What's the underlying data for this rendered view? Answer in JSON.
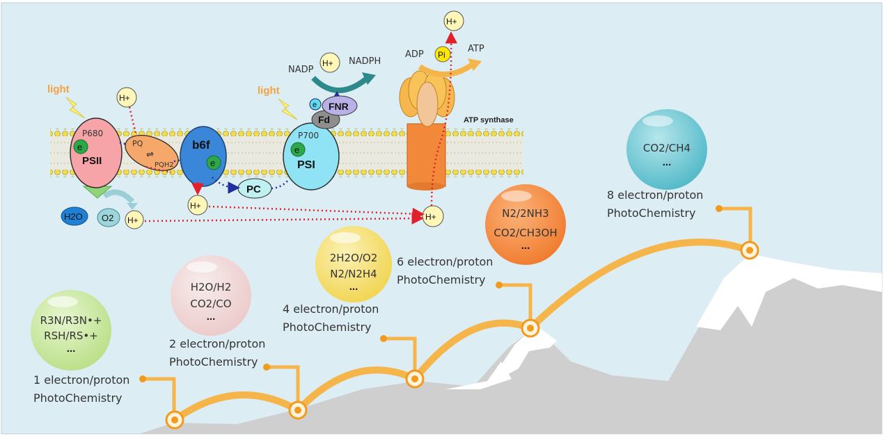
{
  "colors": {
    "background": "#dcedf3",
    "membrane_head": "#e8d44a",
    "mountain": "#cfcfcf",
    "snow": "#ffffff",
    "path": "#f5b54a",
    "path_node": "#f29a1e",
    "electron_transport": "#1f2fa0",
    "proton_transport": "#e0202a",
    "light": "#f4a340"
  },
  "photosynthesis": {
    "light_left": "light",
    "light_right": "light",
    "psii": {
      "label": "PSII",
      "pigment": "P680"
    },
    "e_label": "e",
    "pq": "PQ",
    "pqh2": "PQH2",
    "pq_arrows": "⇌",
    "b6f": "b6f",
    "pc": "PC",
    "psi": {
      "label": "PSI",
      "pigment": "P700"
    },
    "fd": "Fd",
    "fnr": "FNR",
    "nadp": "NADP",
    "nadph": "NADPH",
    "h_plus": "H+",
    "h2o": "H2O",
    "o2": "O2",
    "adp": "ADP",
    "pi": "Pi",
    "atp": "ATP",
    "atp_synthase": "ATP synthase"
  },
  "steps": [
    {
      "bubble_lines": [
        "R3N/R3N•+",
        "RSH/RS•+",
        "..."
      ],
      "caption": [
        "1 electron/proton",
        "PhotoChemistry"
      ],
      "bubble_color": "#cfe9a8"
    },
    {
      "bubble_lines": [
        "H2O/H2",
        "CO2/CO",
        "..."
      ],
      "caption": [
        "2 electron/proton",
        "PhotoChemistry"
      ],
      "bubble_color": "#f2d8d8"
    },
    {
      "bubble_lines": [
        "2H2O/O2",
        "N2/N2H4",
        "..."
      ],
      "caption": [
        "4 electron/proton",
        "PhotoChemistry"
      ],
      "bubble_color": "#f6e27a"
    },
    {
      "bubble_lines": [
        "N2/2NH3",
        "CO2/CH3OH",
        "..."
      ],
      "caption": [
        "6 electron/proton",
        "PhotoChemistry"
      ],
      "bubble_color": "#f7954a"
    },
    {
      "bubble_lines": [
        "CO2/CH4",
        "..."
      ],
      "caption": [
        "8 electron/proton",
        "PhotoChemistry"
      ],
      "bubble_color": "#79cbd6"
    }
  ]
}
